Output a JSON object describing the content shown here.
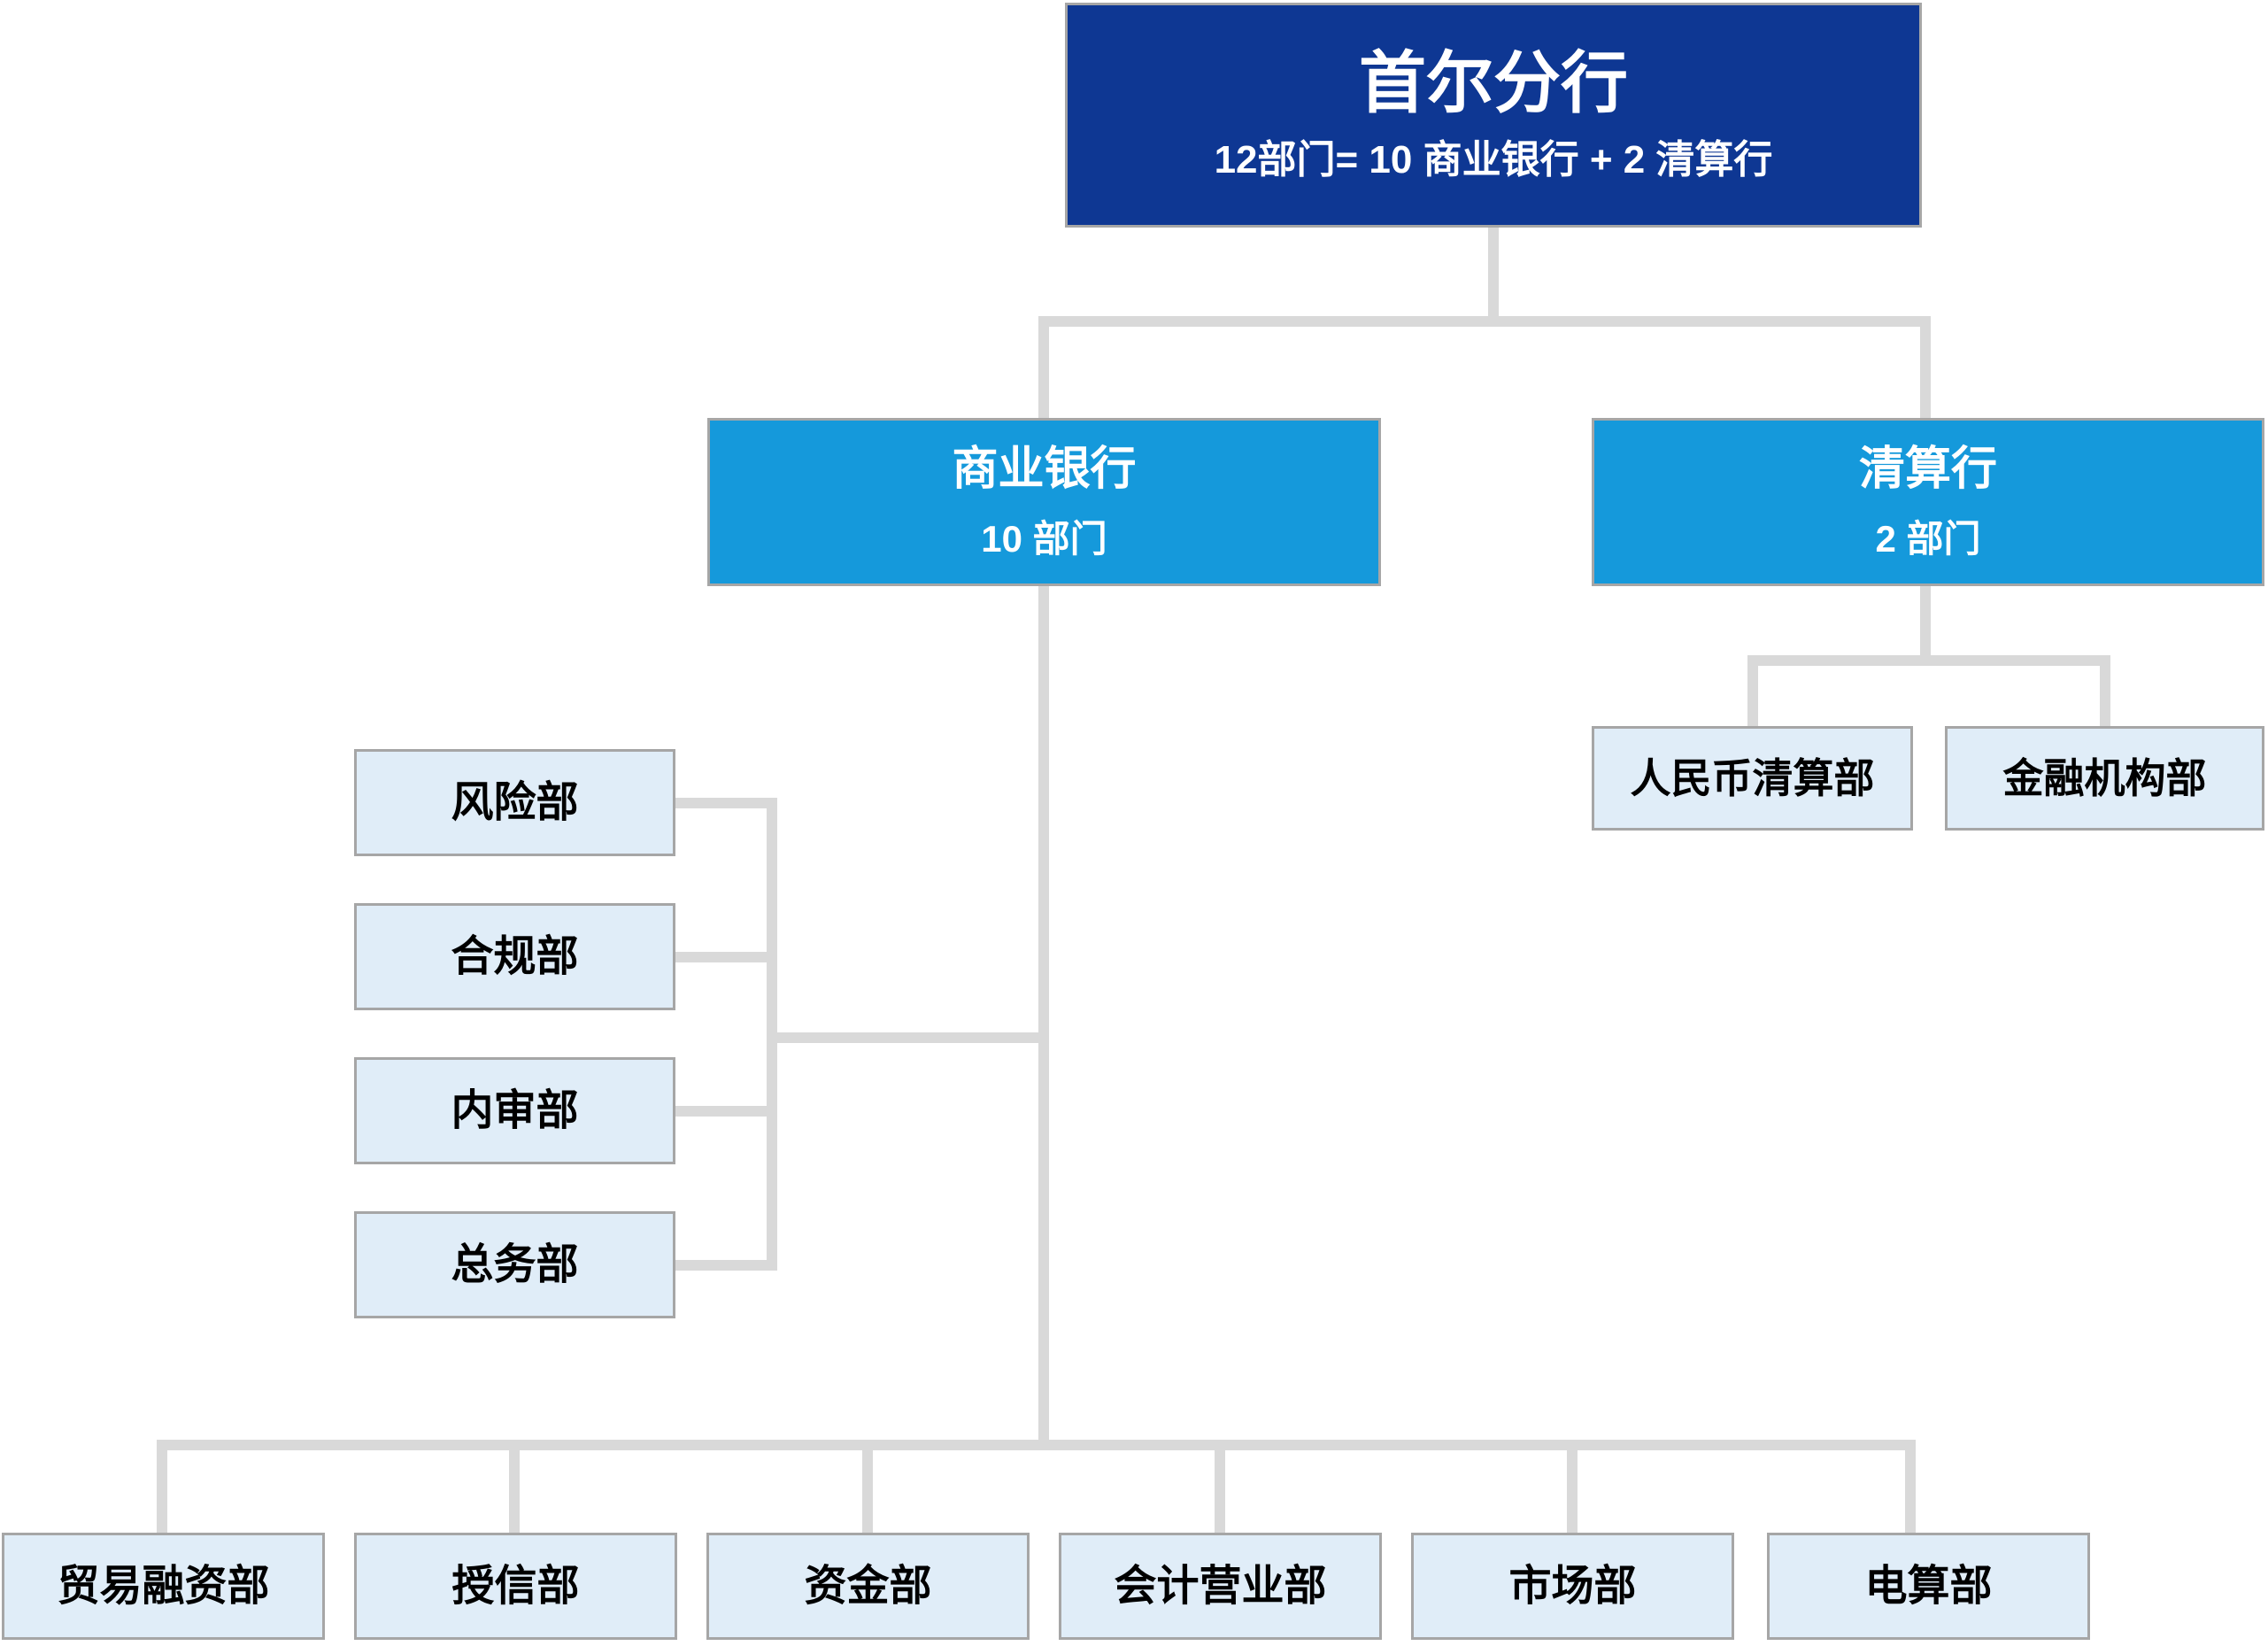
{
  "org": {
    "root": {
      "title": "首尔分行",
      "subtitle": "12部门= 10 商业银行 + 2 清算行"
    },
    "commercial": {
      "title": "商业银行",
      "subtitle": "10 部门"
    },
    "clearing": {
      "title": "清算行",
      "subtitle": "2 部门"
    },
    "left_departments": [
      {
        "label": "风险部"
      },
      {
        "label": "合规部"
      },
      {
        "label": "内审部"
      },
      {
        "label": "总务部"
      }
    ],
    "clearing_departments": [
      {
        "label": "人民币清算部"
      },
      {
        "label": "金融机构部"
      }
    ],
    "bottom_departments": [
      {
        "label": "贸易融资部"
      },
      {
        "label": "授信部"
      },
      {
        "label": "资金部"
      },
      {
        "label": "会计营业部"
      },
      {
        "label": "市场部"
      },
      {
        "label": "电算部"
      }
    ],
    "colors": {
      "root_bg": "#0E3793",
      "group_bg": "#1599DB",
      "leaf_bg": "#E0EDF8",
      "connector": "#D9D9D9",
      "node_border": "#A6A6A6",
      "text_on_dark": "#FFFFFF",
      "text_on_light": "#000000"
    }
  }
}
